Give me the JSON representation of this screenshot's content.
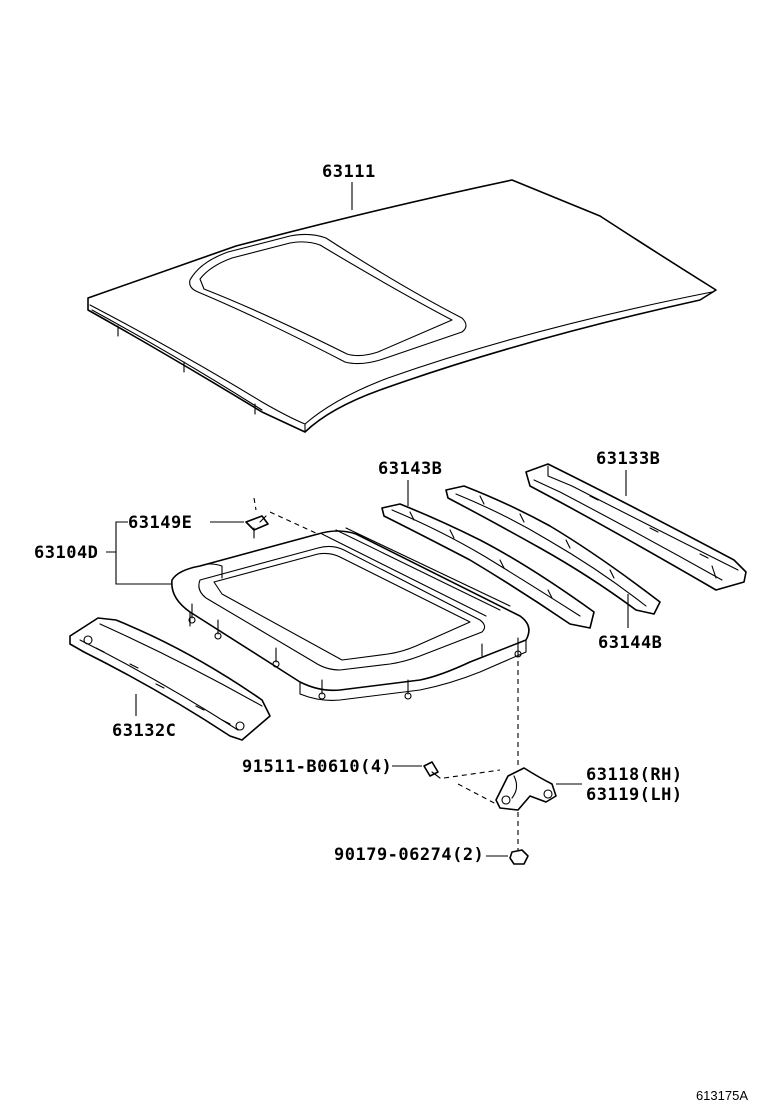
{
  "diagram": {
    "figure_code": "613175A",
    "parts": [
      {
        "id": "roof-panel",
        "label": "63111"
      },
      {
        "id": "sunroof-frame",
        "label": "63104D"
      },
      {
        "id": "frame-clip",
        "label": "63149E"
      },
      {
        "id": "roof-bow-1",
        "label": "63143B"
      },
      {
        "id": "roof-bow-2",
        "label": "63144B"
      },
      {
        "id": "rear-header",
        "label": "63133B"
      },
      {
        "id": "front-header",
        "label": "63132C"
      },
      {
        "id": "bolt",
        "label": "91511-B0610(4)"
      },
      {
        "id": "bracket-rh",
        "label": "63118(RH)"
      },
      {
        "id": "bracket-lh",
        "label": "63119(LH)"
      },
      {
        "id": "nut",
        "label": "90179-06274(2)"
      }
    ]
  }
}
